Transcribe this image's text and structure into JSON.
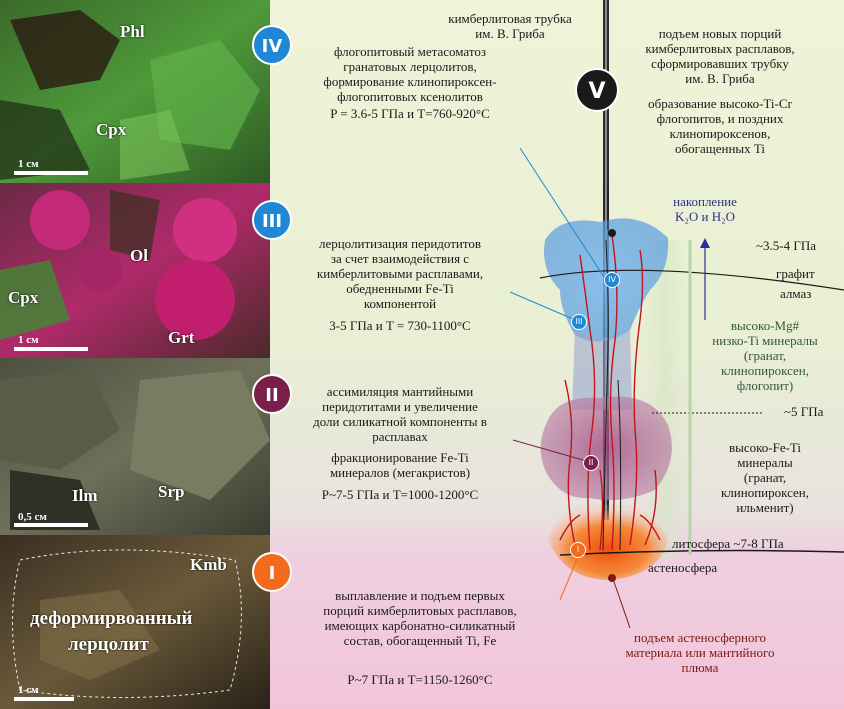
{
  "colors": {
    "stage_IV": "#1e88d6",
    "stage_III": "#1e88d6",
    "stage_II": "#7a1f4a",
    "stage_I": "#f26a1b",
    "stage_V": "#1a1a1a",
    "bg_top": "#eef3d3",
    "bg_bottom": "#f0c7db",
    "plume_blue": "#4d93d9",
    "plume_purple": "#9a4a7a",
    "plume_orange": "#f06a20",
    "melt_lines": "#c0161b"
  },
  "photos": [
    {
      "stage": "IV",
      "labels": [
        "Phl",
        "Cpx"
      ],
      "scale": "1 см"
    },
    {
      "stage": "III",
      "labels": [
        "Ol",
        "Cpx",
        "Grt"
      ],
      "scale": "1 см"
    },
    {
      "stage": "II",
      "labels": [
        "Ilm",
        "Srp"
      ],
      "scale": "0,5 см"
    },
    {
      "stage": "I",
      "labels": [
        "Kmb",
        "деформирвоанный",
        "лерцолит"
      ],
      "scale": "1 см"
    }
  ],
  "stage_badges": {
    "IV": "IV",
    "III": "III",
    "II": "II",
    "I": "I",
    "V": "V"
  },
  "texts": {
    "pipe_title_1": "кимберлитовая трубка",
    "pipe_title_2": "им. В. Гриба",
    "stage_IV_1": "флогопитовый метасоматоз",
    "stage_IV_2": "гранатовых лерцолитов,",
    "stage_IV_3": "формирование клинопироксен-",
    "stage_IV_4": "флогопитовых ксенолитов",
    "stage_IV_pt": "P = 3.6-5 ГПа и T=760-920°C",
    "stage_V_1": "подъем новых порций",
    "stage_V_2": "кимберлитовых расплавов,",
    "stage_V_3": "сформировавших трубку",
    "stage_V_4": "им. В. Гриба",
    "stage_V_5": "образование высоко-Ti-Cr",
    "stage_V_6": "флогопитов, и поздних",
    "stage_V_7": "клинопироксенов,",
    "stage_V_8": "обогащенных Ti",
    "k2o_1": "накопление",
    "k2o_2": "K₂O и H₂O",
    "stage_III_1": "лерцолитизация перидотитов",
    "stage_III_2": "за счет взаимодействия с",
    "stage_III_3": "кимберлитовыми расплавами,",
    "stage_III_4": "обедненными Fe-Ti",
    "stage_III_5": "компонентой",
    "stage_III_pt": "3-5 ГПа и T = 730-1100°C",
    "p_35_4": "~3.5-4 ГПа",
    "graphite": "графит",
    "diamond": "алмаз",
    "highmg_1": "высоко-Mg#",
    "highmg_2": "низко-Ti минералы",
    "highmg_3": "(гранат,",
    "highmg_4": "клинопироксен,",
    "highmg_5": "флогопит)",
    "stage_II_1": "ассимиляция мантийными",
    "stage_II_2": "перидотитами и увеличение",
    "stage_II_3": "доли силикатной компоненты в",
    "stage_II_4": "расплавах",
    "stage_II_5": "фракционирование Fe-Ti",
    "stage_II_6": "минералов (мегакристов)",
    "stage_II_pt": "P~7-5 ГПа и T=1000-1200°C",
    "p_5": "~5 ГПа",
    "highfe_1": "высоко-Fe-Ti",
    "highfe_2": "минералы",
    "highfe_3": "(гранат,",
    "highfe_4": "клинопироксен,",
    "highfe_5": "ильменит)",
    "lithosphere": "литосфера ~7-8 ГПа",
    "asthenosphere": "астеносфера",
    "stage_I_1": "выплавление и подъем первых",
    "stage_I_2": "порций кимберлитовых расплавов,",
    "stage_I_3": "имеющих карбонатно-силикатный",
    "stage_I_4": "состав, обогащенный Ti, Fe",
    "stage_I_pt": "P~7 ГПа и T=1150-1260°C",
    "plume_1": "подъем астеносферного",
    "plume_2": "материала или мантийного",
    "plume_3": "плюма"
  }
}
